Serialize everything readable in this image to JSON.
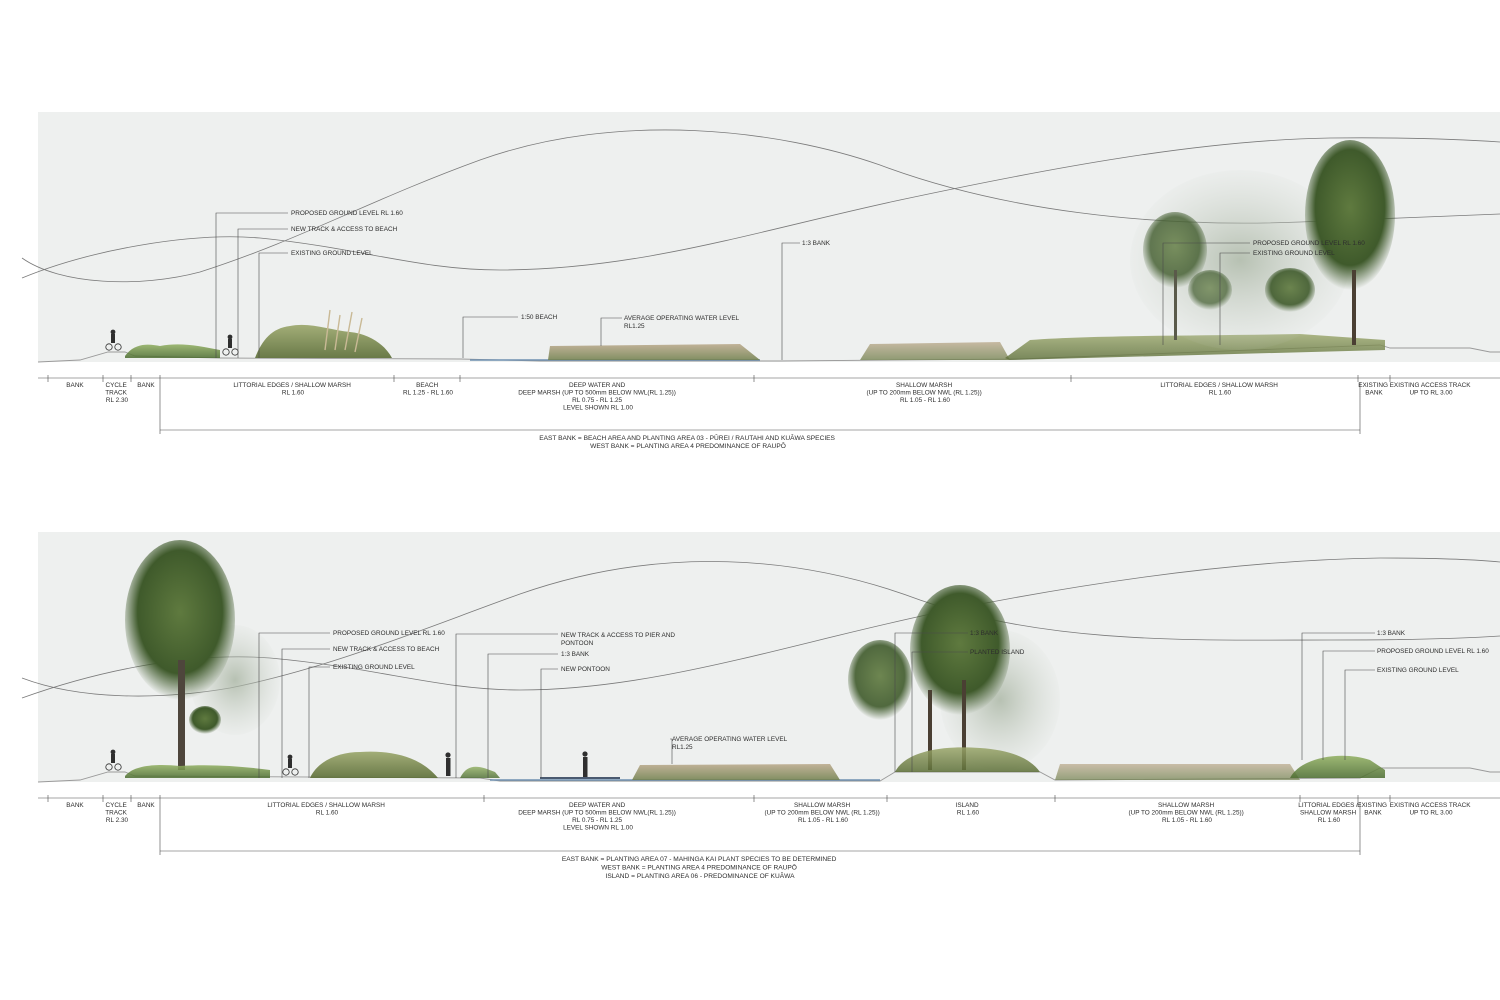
{
  "section_top": {
    "callouts": [
      {
        "id": "pgl",
        "text": "PROPOSED GROUND LEVEL RL 1.60"
      },
      {
        "id": "track",
        "text": "NEW TRACK & ACCESS TO BEACH"
      },
      {
        "id": "egl",
        "text": "EXISTING GROUND LEVEL"
      },
      {
        "id": "beach",
        "text": "1:50 BEACH"
      },
      {
        "id": "aowl1",
        "text": "AVERAGE OPERATING WATER LEVEL"
      },
      {
        "id": "aowl2",
        "text": "RL1.25"
      },
      {
        "id": "bank",
        "text": "1:3 BANK"
      },
      {
        "id": "pgl_e",
        "text": "PROPOSED GROUND LEVEL RL 1.60"
      },
      {
        "id": "egl_e",
        "text": "EXISTING GROUND LEVEL"
      }
    ],
    "zones": [
      {
        "lines": [
          "BANK"
        ]
      },
      {
        "lines": [
          "CYCLE",
          "TRACK",
          "RL 2.30"
        ]
      },
      {
        "lines": [
          "BANK"
        ]
      },
      {
        "lines": [
          "LITTORIAL EDGES / SHALLOW MARSH",
          "RL 1.60"
        ]
      },
      {
        "lines": [
          "BEACH",
          "RL 1.25 - RL 1.60"
        ]
      },
      {
        "lines": [
          "DEEP WATER AND",
          "DEEP MARSH (UP TO 500mm BELOW NWL(RL 1.25))",
          "RL 0.75 - RL 1.25",
          "LEVEL SHOWN RL 1.00"
        ]
      },
      {
        "lines": [
          "SHALLOW MARSH",
          "(UP TO 200mm BELOW NWL (RL 1.25))",
          "RL 1.05 - RL 1.60"
        ]
      },
      {
        "lines": [
          "LITTORIAL EDGES / SHALLOW MARSH",
          "RL 1.60"
        ]
      },
      {
        "lines": [
          "EXISTING",
          "BANK"
        ]
      },
      {
        "lines": [
          "EXISTING ACCESS TRACK",
          "UP TO RL 3.00"
        ]
      }
    ],
    "caption": [
      "EAST BANK = BEACH AREA AND PLANTING AREA 03 - PŪREI / RAUTAHI AND KUĀWA SPECIES",
      "WEST BANK = PLANTING AREA 4 PREDOMINANCE OF RAUPŌ"
    ]
  },
  "section_bottom": {
    "callouts": [
      {
        "id": "pgl",
        "text": "PROPOSED GROUND LEVEL RL 1.60"
      },
      {
        "id": "track",
        "text": "NEW TRACK & ACCESS TO BEACH"
      },
      {
        "id": "egl",
        "text": "EXISTING GROUND LEVEL"
      },
      {
        "id": "pier1",
        "text": "NEW TRACK & ACCESS TO PIER AND"
      },
      {
        "id": "pier2",
        "text": "PONTOON"
      },
      {
        "id": "bank_w",
        "text": "1:3 BANK"
      },
      {
        "id": "pontoon",
        "text": "NEW PONTOON"
      },
      {
        "id": "aowl1",
        "text": "AVERAGE OPERATING WATER LEVEL"
      },
      {
        "id": "aowl2",
        "text": "RL1.25"
      },
      {
        "id": "bank_i",
        "text": "1:3 BANK"
      },
      {
        "id": "island",
        "text": "PLANTED ISLAND"
      },
      {
        "id": "bank_e",
        "text": "1:3 BANK"
      },
      {
        "id": "pgl_e",
        "text": "PROPOSED GROUND LEVEL RL 1.60"
      },
      {
        "id": "egl_e",
        "text": "EXISTING GROUND LEVEL"
      }
    ],
    "zones": [
      {
        "lines": [
          "BANK"
        ]
      },
      {
        "lines": [
          "CYCLE",
          "TRACK",
          "RL 2.30"
        ]
      },
      {
        "lines": [
          "BANK"
        ]
      },
      {
        "lines": [
          "LITTORIAL EDGES / SHALLOW MARSH",
          "RL 1.60"
        ]
      },
      {
        "lines": [
          "DEEP WATER AND",
          "DEEP MARSH (UP TO 500mm BELOW NWL(RL 1.25))",
          "RL 0.75 - RL 1.25",
          "LEVEL SHOWN RL 1.00"
        ]
      },
      {
        "lines": [
          "SHALLOW MARSH",
          "(UP TO 200mm BELOW NWL (RL 1.25))",
          "RL 1.05 - RL 1.60"
        ]
      },
      {
        "lines": [
          "ISLAND",
          "RL 1.60"
        ]
      },
      {
        "lines": [
          "SHALLOW MARSH",
          "(UP TO 200mm BELOW NWL (RL 1.25))",
          "RL 1.05 - RL 1.60"
        ]
      },
      {
        "lines": [
          "LITTORIAL EDGES /",
          "SHALLOW MARSH",
          "RL 1.60"
        ]
      },
      {
        "lines": [
          "EXISTING",
          "BANK"
        ]
      },
      {
        "lines": [
          "EXISTING ACCESS TRACK",
          "UP TO RL 3.00"
        ]
      }
    ],
    "caption": [
      "EAST BANK = PLANTING AREA 07 - MAHINGA KAI PLANT SPECIES TO BE DETERMINED",
      "WEST BANK = PLANTING AREA 4 PREDOMINANCE OF RAUPŌ",
      "ISLAND = PLANTING AREA 06 - PREDOMINANCE OF KUĀWA"
    ]
  }
}
